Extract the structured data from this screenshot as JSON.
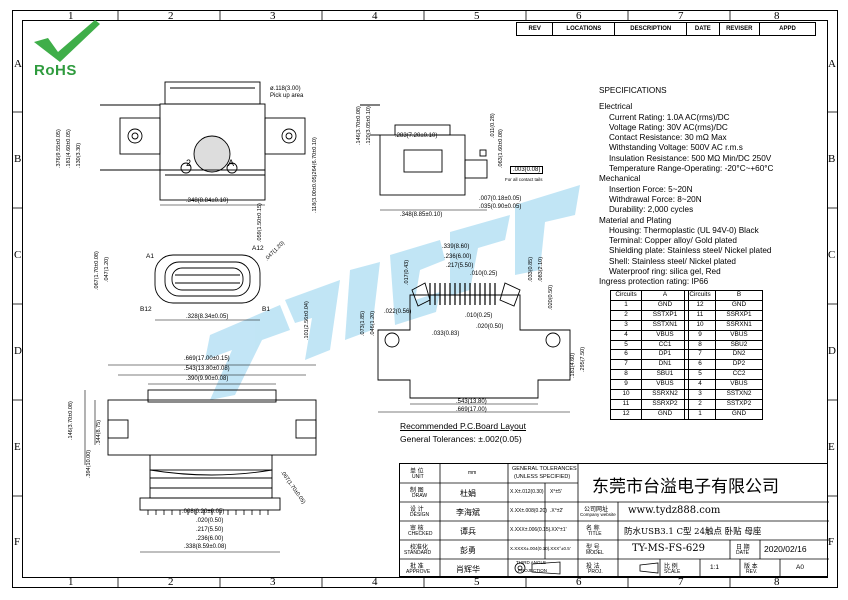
{
  "logo": {
    "text": "RoHS",
    "check_color": "#3fae49",
    "text_color": "#2f9b3e"
  },
  "grid": {
    "cols": [
      "1",
      "2",
      "3",
      "4",
      "5",
      "6",
      "7",
      "8"
    ],
    "rows": [
      "A",
      "B",
      "C",
      "D",
      "E",
      "F"
    ]
  },
  "revision_block": {
    "rev": "REV",
    "locations": "LOCATIONS",
    "description": "DESCRIPTION",
    "date": "DATE",
    "reviser": "REVISER",
    "appd": "APPD"
  },
  "specs": {
    "title": "SPECIFICATIONS",
    "electrical": "Electrical",
    "current": "Current Rating: 1.0A AC(rms)/DC",
    "voltage": "Voltage Rating: 30V AC(rms)/DC",
    "contact_res": "Contact Resistance: 30 mΩ Max",
    "withstand": "Withstanding Voltage: 500V AC r.m.s",
    "insulation": "Insulation Resistance: 500 MΩ Min/DC 250V",
    "temp": "Temperature Range-Operating: -20°C~+60°C",
    "mechanical": "Mechanical",
    "insertion": "Insertion Force: 5~20N",
    "withdrawal": "Withdrawal Force: 8~20N",
    "durability": "Durability: 2,000 cycles",
    "material": "Material and Plating",
    "housing": "Housing: Thermoplastic (UL 94V-0)  Black",
    "terminal": "Terminal: Copper alloy/ Gold plated",
    "shielding": "Shielding plate: Stainless steel/ Nickel plated",
    "shell": "Shell: Stainless steel/ Nickel plated",
    "waterproof": "Waterproof ring: silica gel, Red",
    "ingress": "Ingress protection rating: IP66"
  },
  "pins": {
    "headers": [
      "Circuits",
      "A",
      "Circuits",
      "B"
    ],
    "rows": [
      [
        "1",
        "GND",
        "12",
        "GND"
      ],
      [
        "2",
        "SSTXP1",
        "11",
        "SSRXP1"
      ],
      [
        "3",
        "SSTXN1",
        "10",
        "SSRXN1"
      ],
      [
        "4",
        "VBUS",
        "9",
        "VBUS"
      ],
      [
        "5",
        "CC1",
        "8",
        "SBU2"
      ],
      [
        "6",
        "DP1",
        "7",
        "DN2"
      ],
      [
        "7",
        "DN1",
        "6",
        "DP2"
      ],
      [
        "8",
        "SBU1",
        "5",
        "CC2"
      ],
      [
        "9",
        "VBUS",
        "4",
        "VBUS"
      ],
      [
        "10",
        "SSRXN2",
        "3",
        "SSTXN2"
      ],
      [
        "11",
        "SSRXP2",
        "2",
        "SSTXP2"
      ],
      [
        "12",
        "GND",
        "1",
        "GND"
      ]
    ]
  },
  "dims": {
    "pickup": "ø.118(3.00)",
    "pickup2": "Pick up area",
    "d1": ".376(9.55±0.05)",
    "d2": ".181(4.60±0.05)",
    "d3": ".130(3.30)",
    "d4": ".348(8.84±0.10)",
    "d5": ".059(1.50±0.15)",
    "d6": ".264(6.70±0.10)",
    "d7": ".118(3.00±0.05)",
    "d8": ".146(3.70±0.08)",
    "d9": ".120(3.05±0.10)",
    "d10": ".283(7.20±0.10)",
    "d11": ".011(0.28)",
    "d12": ".063(1.60±0.08)",
    "d13": ".003(0.08)",
    "d14": "For all contact tails",
    "d15": ".007(0.18±0.05)",
    "d16": ".035(0.90±0.05)",
    "d17": ".348(8.85±0.10)",
    "a1": "A1",
    "a12": "A12",
    "b12": "B12",
    "b1": "B1",
    "d18": ".047(1.20)",
    "d19": ".067(1.70±0.08)",
    "d20": ".047(1.20)",
    "d21": ".328(8.34±0.05)",
    "d22": ".101(2.56±0.04)",
    "d23": ".339(8.60)",
    "d24": ".236(6.00)",
    "d25": ".217(5.50)",
    "d26": ".010(0.25)",
    "d27": ".017(0.43)",
    "d28": ".033(0.85)",
    "d29": ".083(2.10)",
    "d30": ".020(0.50)",
    "d31": ".073(1.85)",
    "d32": ".046(1.20)",
    "d33": ".022(0.56)",
    "d34": ".010(0.25)",
    "d35": ".020(0.50)",
    "d36": ".033(0.83)",
    "d37": ".181(4.60)",
    "d38": ".295(7.50)",
    "d39": ".543(13.80)",
    "d40": ".669(17.00)",
    "d41": ".669(17.00±0.15)",
    "d42": ".543(13.80±0.08)",
    "d43": ".390(9.90±0.08)",
    "d44": ".146(3.70±0.08)",
    "d45": ".344(8.75)",
    "d46": ".394(10.00)",
    "d47": ".067(1.70±0.05)",
    "d48": ".008(0.20±0.05)",
    "d49": ".020(0.50)",
    "d50": ".217(5.50)",
    "d51": ".236(6.00)",
    "d52": ".338(8.59±0.08)",
    "pcb_title": "Recommended P.C.Board Layout",
    "tolerance": "General Tolerances: ±.002(0.05)",
    "circle2": "2",
    "circleA": "A"
  },
  "title_block": {
    "unit_cn": "单 位",
    "unit_en": "UNIT",
    "unit_val": "mm",
    "drawn_cn": "制 图",
    "drawn_en": "DRAW",
    "drawn_val": "杜娟",
    "design_cn": "设 计",
    "design_en": "DESIGN",
    "design_val": "李海斌",
    "checked_cn": "审 核",
    "checked_en": "CHECKED",
    "checked_val": "谭兵",
    "standard_cn": "校准化",
    "standard_en": "STANDARD",
    "standard_val": "彭勇",
    "approve_cn": "批 准",
    "approve_en": "APPROVE",
    "approve_val": "肖辉华",
    "gt1": "GENERAL TOLERANCES",
    "gt2": "(UNLESS SPECIFIED)",
    "t1a": "X.X±.012(0.30)",
    "t1b": "X°±5'",
    "t2a": "X.XX±.008(0.20)",
    "t2b": ".X°±2'",
    "t3a": "X.XXX±.006(0.15)",
    "t3b": ".XX°±1'",
    "t4a": "X.XXXX±.004(0.10)",
    "t4b": ".XXX°±0.5'",
    "third1": "THIRD ANGLE",
    "third2": "PROJECTION",
    "company": "东莞市台溢电子有限公司",
    "website_cn": "公司网址",
    "website_en": "Company website",
    "website": "www.tydz888.com",
    "name_cn": "名 称",
    "name_en": "TITLE",
    "product": "防水USB3.1 C型 24触点 卧贴 母座",
    "model_cn": "型 号",
    "model_en": "MODEL",
    "model": "TY-MS-FS-629",
    "date_cn": "日 期",
    "date_en": "DATE",
    "date": "2020/02/16",
    "proj_cn": "投 法",
    "proj_en": "PROJ.",
    "scale_cn": "比 例",
    "scale_en": "SCALE",
    "scale": "1:1",
    "rev_cn": "版 本",
    "rev_en": "REV.",
    "rev": "A0"
  },
  "watermark": {
    "text": "TAIYI",
    "color": "#6fc3e8"
  }
}
